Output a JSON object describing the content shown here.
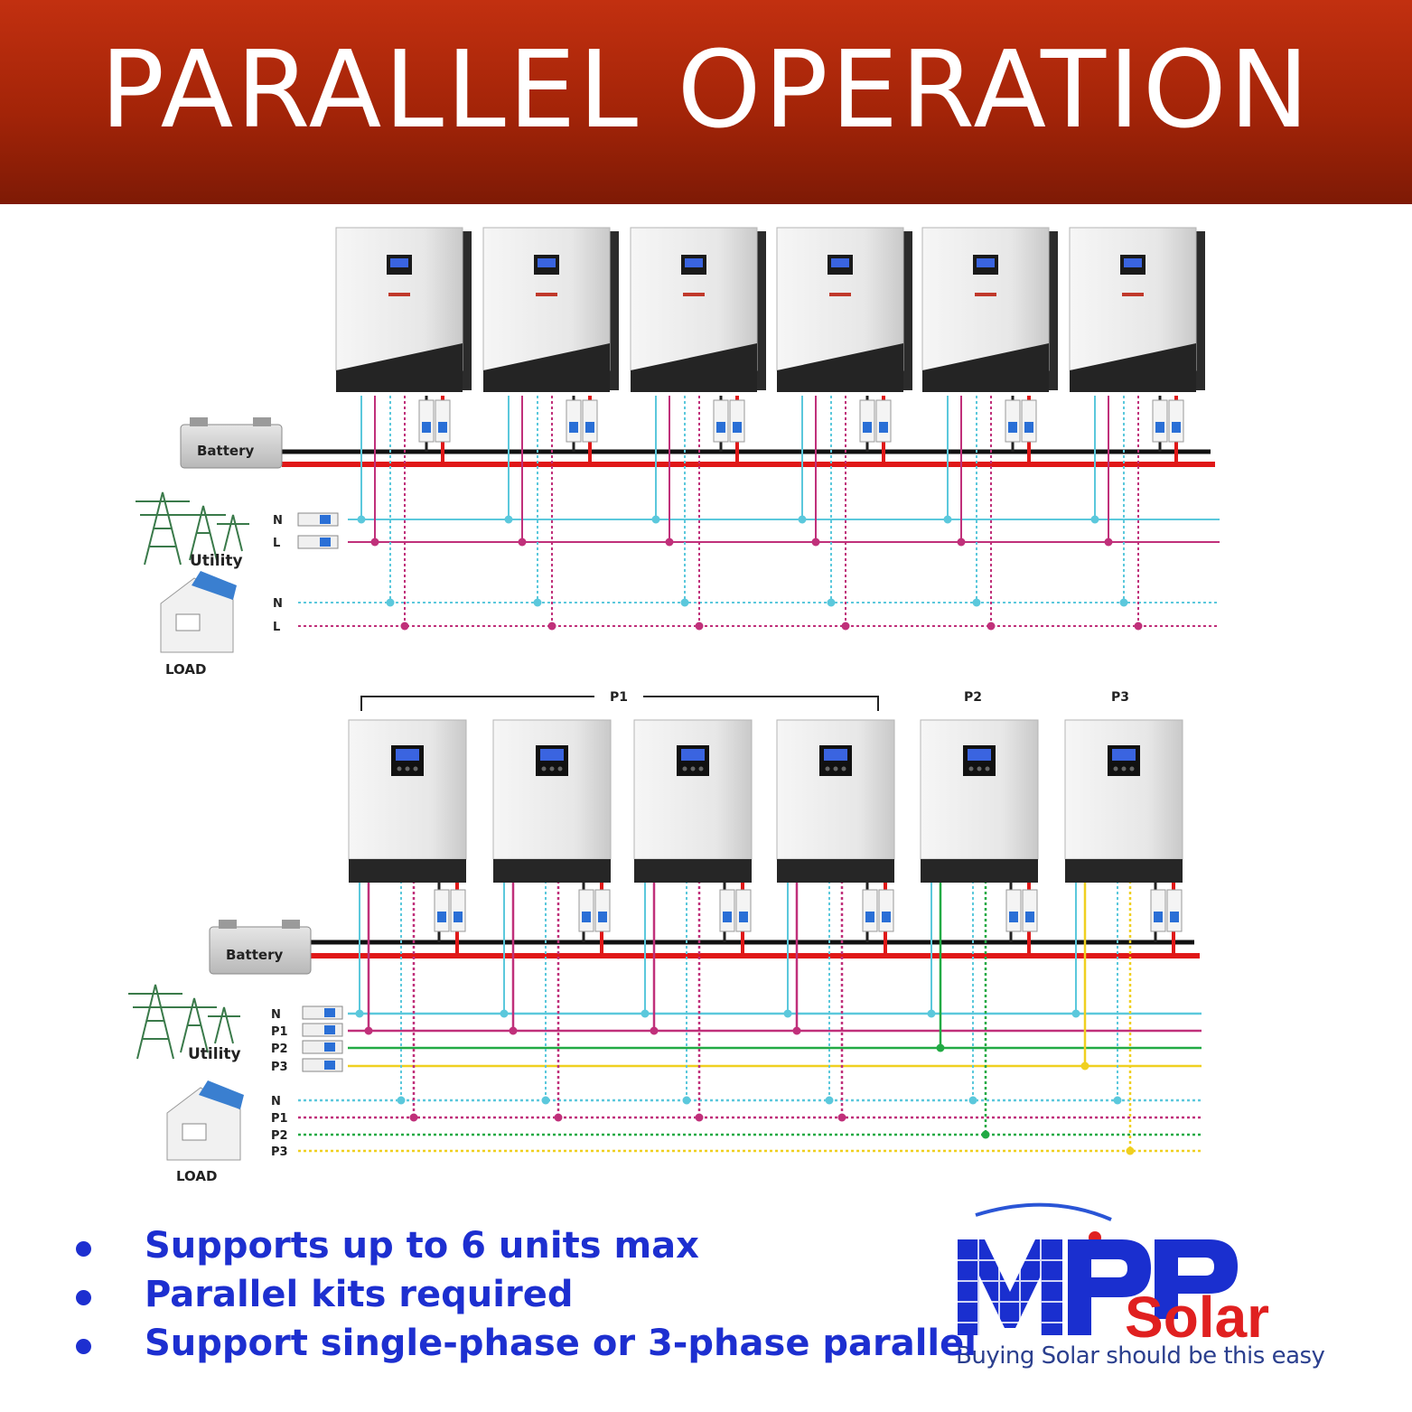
{
  "header": {
    "title": "PARALLEL OPERATION"
  },
  "diagram_top": {
    "battery_label": "Battery",
    "utility_label": "Utility",
    "load_label": "LOAD",
    "utility_lines": [
      "N",
      "L"
    ],
    "load_lines": [
      "N",
      "L"
    ],
    "inverter_count": 6
  },
  "diagram_bottom": {
    "battery_label": "Battery",
    "utility_label": "Utility",
    "load_label": "LOAD",
    "utility_lines": [
      "N",
      "P1",
      "P2",
      "P3"
    ],
    "load_lines": [
      "N",
      "P1",
      "P2",
      "P3"
    ],
    "group_labels": [
      "P1",
      "P2",
      "P3"
    ],
    "inverter_count": 6
  },
  "features": [
    "Supports up to 6 units max",
    "Parallel kits required",
    "Support single-phase or 3-phase parallel"
  ],
  "logo": {
    "mark": "MPP",
    "brand": "Solar",
    "tagline": "Buying Solar should be this easy",
    "colors": {
      "blue": "#1a2fcf",
      "red": "#e02020"
    }
  },
  "colors": {
    "header_red": "#b0280a",
    "wire_neutral": "#5bc8dc",
    "wire_line": "#c0307a",
    "wire_p2": "#22aa44",
    "wire_p3": "#f0d020",
    "bus_black": "#111111",
    "bus_red": "#e01818"
  }
}
